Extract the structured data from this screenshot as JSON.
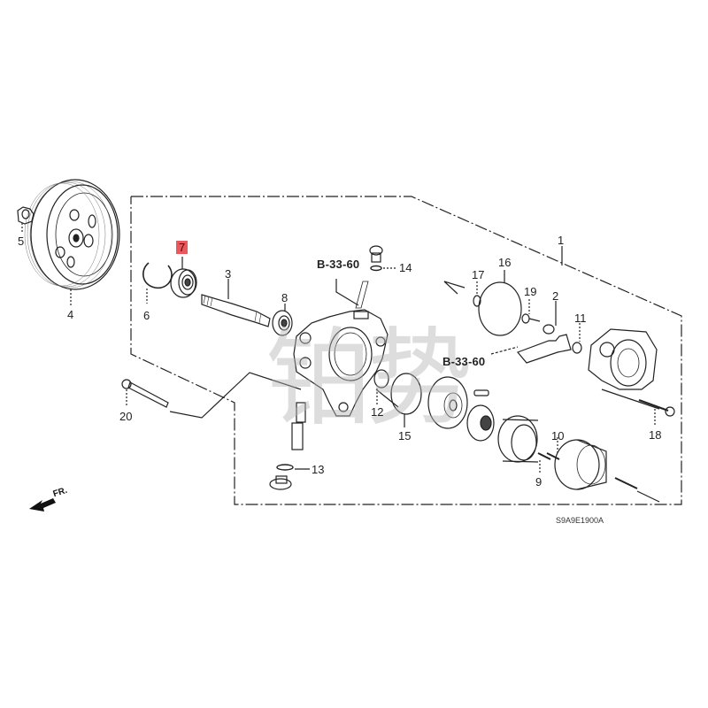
{
  "diagram": {
    "title_code": "S9A9E1900A",
    "reference_label": "B-33-60",
    "direction_label": "FR.",
    "watermark_text": "铂势",
    "highlight_color": "#e8585c",
    "line_color": "#222222",
    "callouts": {
      "c1": "1",
      "c2": "2",
      "c3": "3",
      "c4": "4",
      "c5": "5",
      "c6": "6",
      "c7": "7",
      "c8": "8",
      "c9": "9",
      "c10": "10",
      "c11": "11",
      "c12": "12",
      "c13": "13",
      "c14": "14",
      "c15": "15",
      "c16": "16",
      "c17": "17",
      "c18": "18",
      "c19": "19",
      "c20": "20"
    },
    "highlighted_part": "7"
  }
}
